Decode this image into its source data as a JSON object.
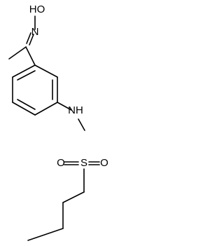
{
  "molecule": {
    "labels": {
      "oxime": "HO",
      "oxime_n": "N",
      "amide_nh": "NH",
      "sulfonyl_o_left": "O",
      "sulfonyl_s": "S",
      "sulfonyl_o_right": "O"
    },
    "colors": {
      "stroke": "#000000",
      "background": "#ffffff"
    }
  }
}
